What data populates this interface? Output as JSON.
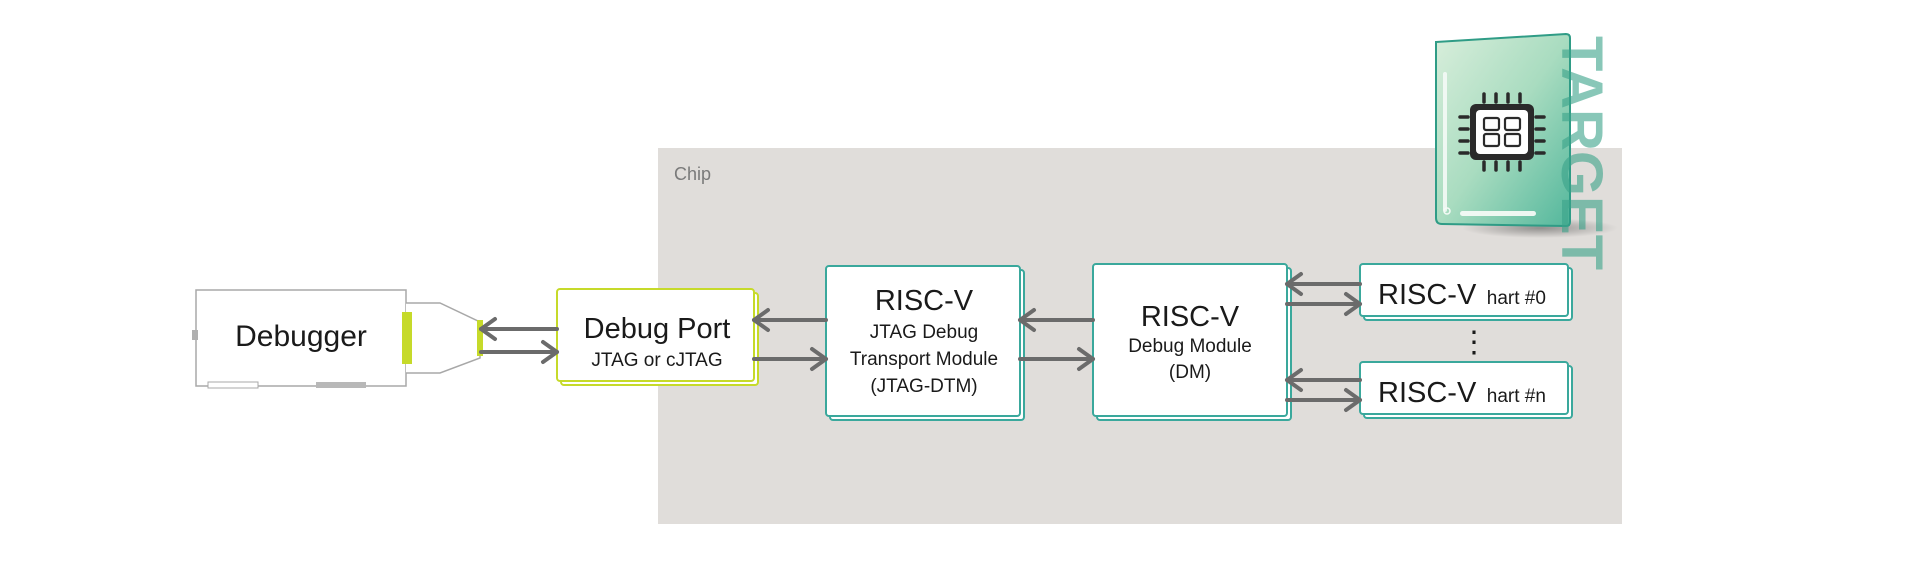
{
  "chip": {
    "label": "Chip"
  },
  "target": {
    "label": "TARGET"
  },
  "debugger": {
    "label": "Debugger"
  },
  "debug_port": {
    "title": "Debug Port",
    "subtitle": "JTAG or cJTAG"
  },
  "dtm": {
    "title": "RISC-V",
    "line1": "JTAG Debug",
    "line2": "Transport Module",
    "line3": "(JTAG-DTM)"
  },
  "dm": {
    "title": "RISC-V",
    "line1": "Debug Module",
    "line2": "(DM)"
  },
  "harts": [
    {
      "title": "RISC-V",
      "suffix": "hart #0"
    },
    {
      "title": "RISC-V",
      "suffix": "hart #n"
    }
  ],
  "ellipsis": "⋮",
  "colors": {
    "chip_bg": "#e0ddda",
    "teal": "#3aa89c",
    "lime": "#c6da2a",
    "arrow": "#6b6b6b",
    "text": "#1a1a1a",
    "gray_text": "#7a7a7a"
  }
}
